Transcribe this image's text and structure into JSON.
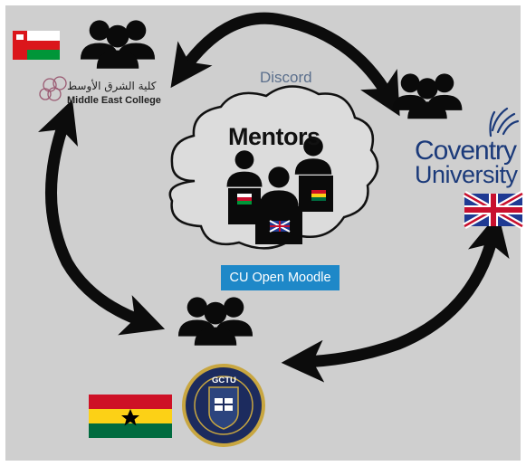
{
  "diagram": {
    "mentors_title": "Mentors",
    "discord_label": "Discord",
    "moodle_label": "CU Open Moodle"
  },
  "institutions": {
    "mec": {
      "arabic_name": "كلية الشرق الأوسط",
      "english_name": "Middle East College"
    },
    "coventry": {
      "line1": "Coventry",
      "line2": "University"
    },
    "gctu": {
      "logo_text": "GCTU"
    }
  },
  "colors": {
    "background": "#cfcfcf",
    "arrow": "#0c0c0c",
    "moodle_badge": "#1e88c8",
    "coventry_blue": "#1b3a7a",
    "discord_text": "#5b6f8c"
  },
  "icons": [
    "people-group-icon",
    "oman-flag-icon",
    "uk-flag-icon",
    "ghana-flag-icon",
    "mec-logo-icon",
    "coventry-phoenix-icon",
    "gctu-seal-icon",
    "cloud-icon",
    "curved-arrow-icon"
  ]
}
